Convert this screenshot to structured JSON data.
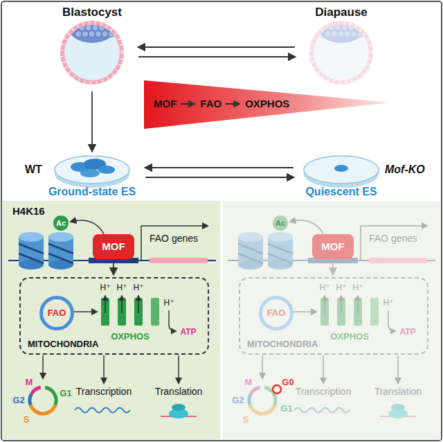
{
  "diagram": {
    "nodes": [
      {
        "text": [
          "Blastocyst"
        ]
      },
      {
        "text": [
          "Diapause"
        ]
      },
      {
        "text": [
          "WT",
          "Ground-state ES"
        ]
      },
      {
        "text": [
          "Mof-KO",
          "Quiescent ES"
        ]
      },
      {
        "text": [
          "H4K16"
        ]
      },
      {
        "text": [
          "MOF"
        ],
        "in": 4
      },
      {
        "text": [
          "FAO genes"
        ],
        "in": 4
      },
      {
        "text": [
          "MITOCHONDRIA"
        ],
        "in": 4
      },
      {
        "text": [
          "FAO"
        ],
        "in": 7
      },
      {
        "text": [
          "MOF"
        ]
      },
      {
        "text": [
          "FAO genes"
        ]
      },
      {
        "text": [
          "MITOCHONDRIA"
        ]
      },
      {
        "text": [
          "FAO"
        ],
        "in": 11
      }
    ],
    "edges": [
      {
        "from": 1,
        "to": 0,
        "arrow": "to"
      },
      {
        "from": 0,
        "to": 1,
        "arrow": "to"
      },
      {
        "from": 0,
        "to": 2,
        "arrow": "to"
      },
      {
        "from": 3,
        "to": 2,
        "arrow": "to"
      },
      {
        "from": 2,
        "to": 3,
        "arrow": "to"
      },
      {
        "from": 5,
        "to": 7,
        "arrow": "to"
      },
      {
        "from": 9,
        "to": 11,
        "arrow": "to"
      }
    ],
    "labels": [
      "MOF",
      "FAO",
      "OXPHOS",
      "Ac",
      "H⁺",
      "H⁺",
      "H⁺",
      "H⁺",
      "OXPHOS",
      "ATP",
      "M",
      "G2",
      "S",
      "G1",
      "Transcription",
      "Translation",
      "Ac",
      "H⁺",
      "H⁺",
      "H⁺",
      "H⁺",
      "OXPHOS",
      "ATP",
      "M",
      "G0",
      "G2",
      "S",
      "G1",
      "Transcription",
      "Translation"
    ]
  }
}
